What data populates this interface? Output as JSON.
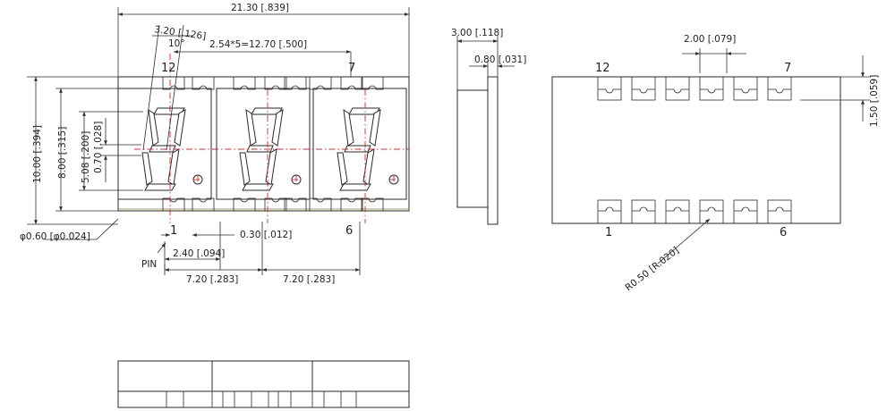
{
  "dimensions": {
    "overall_width": "21.30 [.839]",
    "segment_width": "3.20 [.126]",
    "slant": "10°",
    "pin_pitch": "2.54*5=12.70 [.500]",
    "height": "10.00 [.394]",
    "window_height": "8.00 [.315]",
    "digit_height": "5.08 [.200]",
    "seg_thickness": "0.70 [.028]",
    "pin_hole": "φ0.60 [φ0.024]",
    "pin_gap": "0.30 [.012]",
    "pin_offset": "2.40 [.094]",
    "digit_pitch_1": "7.20 [.283]",
    "digit_pitch_2": "7.20 [.283]",
    "side_depth": "3.00 [.118]",
    "side_lip": "0.80 [.031]",
    "pad_width": "2.00 [.079]",
    "pad_height": "1.50 [.059]",
    "pad_radius": "R0.50 [R.020]"
  },
  "pin_labels": {
    "front_top_left": "12",
    "front_top_right": "7",
    "front_bottom_left": "1",
    "front_bottom_right": "6",
    "pin_marker": "PIN",
    "back_top_left": "12",
    "back_top_right": "7",
    "back_bottom_left": "1",
    "back_bottom_right": "6"
  },
  "colors": {
    "line": "#2a2a2a",
    "centerline": "#d42828",
    "background": "#ffffff"
  }
}
